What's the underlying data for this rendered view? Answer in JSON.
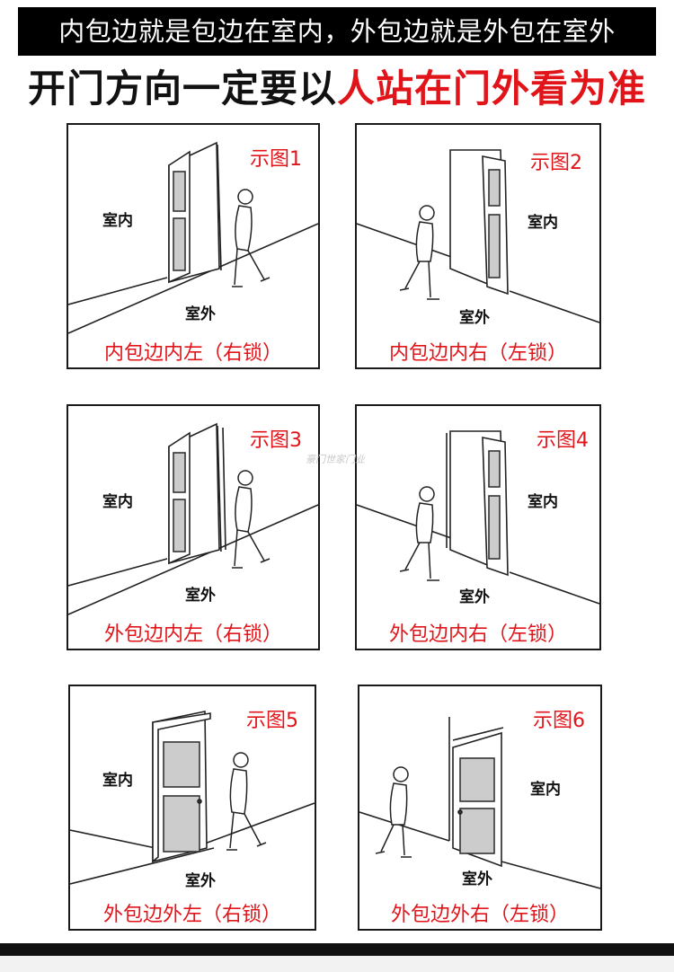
{
  "header": {
    "banner": "内包边就是包边在室内，外包边就是外包在室外",
    "headline_black": "开门方向一定要以",
    "headline_red": "人站在门外看为准"
  },
  "colors": {
    "accent_red": "#e1141a",
    "banner_bg": "#000000",
    "ink": "#111111"
  },
  "panels": [
    {
      "label": "示图1",
      "indoor": "室内",
      "outdoor": "室外",
      "caption": "内包边内左（右锁）"
    },
    {
      "label": "示图2",
      "indoor": "室内",
      "outdoor": "室外",
      "caption": "内包边内右（左锁）"
    },
    {
      "label": "示图3",
      "indoor": "室内",
      "outdoor": "室外",
      "caption": "外包边内左（右锁）"
    },
    {
      "label": "示图4",
      "indoor": "室内",
      "outdoor": "室外",
      "caption": "外包边内右（左锁）"
    },
    {
      "label": "示图5",
      "indoor": "室内",
      "outdoor": "室外",
      "caption": "外包边外左（右锁）"
    },
    {
      "label": "示图6",
      "indoor": "室内",
      "outdoor": "室外",
      "caption": "外包边外右（左锁）"
    }
  ],
  "watermark": "豪门世家门业",
  "icons": [
    "door-icon",
    "person-icon"
  ]
}
